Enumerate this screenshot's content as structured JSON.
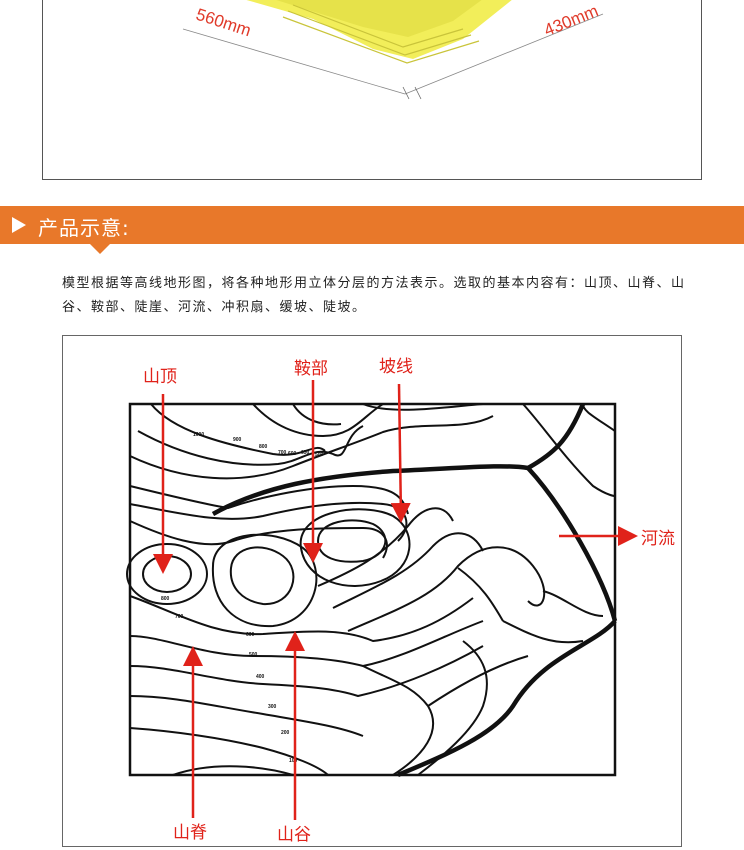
{
  "dimensions": {
    "length": "560mm",
    "width": "430mm"
  },
  "section": {
    "title": "产品示意:"
  },
  "description": "模型根据等高线地形图，将各种地形用立体分层的方法表示。选取的基本内容有：山顶、山脊、山谷、鞍部、陡崖、河流、冲积扇、缓坡、陡坡。",
  "map": {
    "labels": {
      "peak": "山顶",
      "saddle": "鞍部",
      "slope_line": "坡线",
      "river": "河流",
      "ridge": "山脊",
      "valley": "山谷"
    },
    "elevations": [
      "1000",
      "900",
      "800",
      "700",
      "650",
      "600",
      "500",
      "700",
      "600",
      "500",
      "400",
      "300",
      "200",
      "100",
      "800"
    ]
  },
  "colors": {
    "accent": "#e8782a",
    "label_red": "#e0221a",
    "model_yellow": "#f2ee5a"
  }
}
